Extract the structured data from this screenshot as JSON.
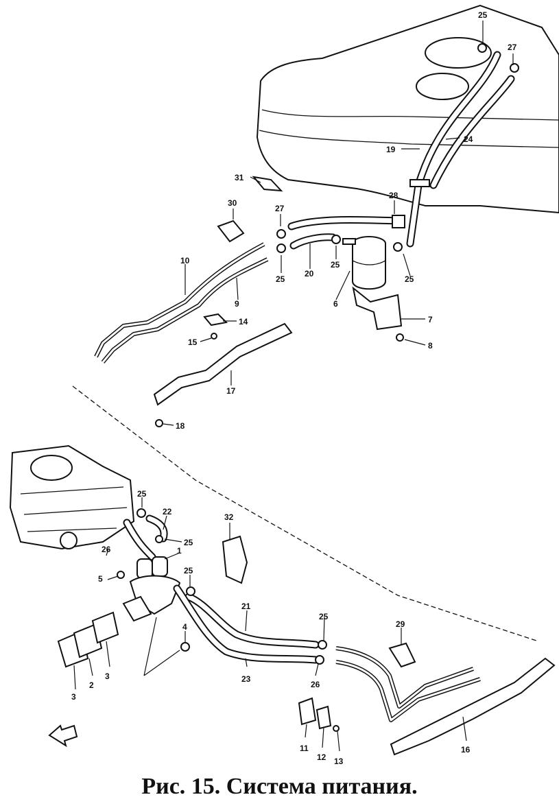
{
  "caption": "Рис. 15. Система питания.",
  "labels": [
    "1",
    "2",
    "3",
    "4",
    "5",
    "6",
    "7",
    "8",
    "9",
    "10",
    "11",
    "12",
    "13",
    "14",
    "15",
    "16",
    "17",
    "18",
    "19",
    "20",
    "21",
    "22",
    "23",
    "24",
    "25",
    "26",
    "27",
    "28",
    "29",
    "30",
    "31",
    "32"
  ],
  "colors": {
    "ink": "#111111",
    "paper": "#ffffff"
  }
}
